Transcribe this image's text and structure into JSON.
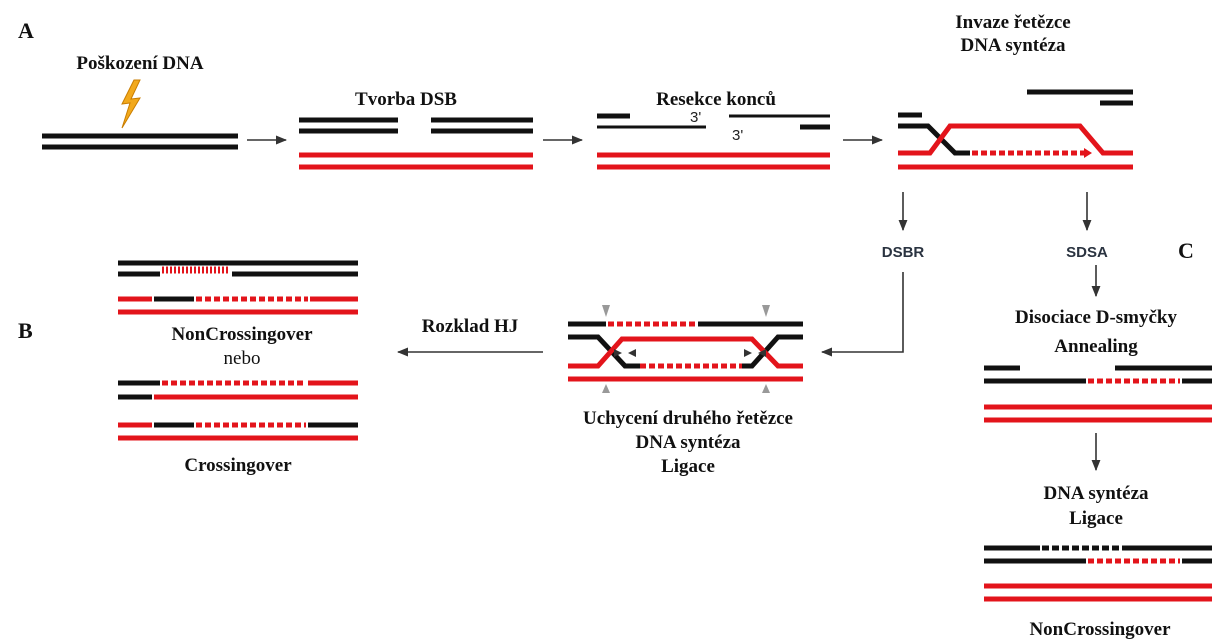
{
  "panels": {
    "a": "A",
    "b": "B",
    "c": "C"
  },
  "steps": {
    "damage": "Poškození DNA",
    "dsb": "Tvorba DSB",
    "resection": "Resekce konců",
    "three_prime_top": "3'",
    "three_prime_bottom": "3'",
    "invasion_line1": "Invaze řetězce",
    "invasion_line2": "DNA syntéza"
  },
  "branches": {
    "dsbr": "DSBR",
    "sdsa": "SDSA"
  },
  "dsbr_path": {
    "capture_line1": "Uchycení druhého řetězce",
    "capture_line2": "DNA syntéza",
    "capture_line3": "Ligace",
    "resolution": "Rozklad HJ",
    "noncrossover": "NonCrossingover",
    "or": "nebo",
    "crossover": "Crossingover"
  },
  "sdsa_path": {
    "dissociation_line1": "Disociace D-smyčky",
    "dissociation_line2": "Annealing",
    "synthesis_line1": "DNA syntéza",
    "synthesis_line2": "Ligace",
    "noncrossover": "NonCrossingover"
  },
  "colors": {
    "donor": "#e3141b",
    "broken": "#111111",
    "lightning": "#f2a91c"
  }
}
